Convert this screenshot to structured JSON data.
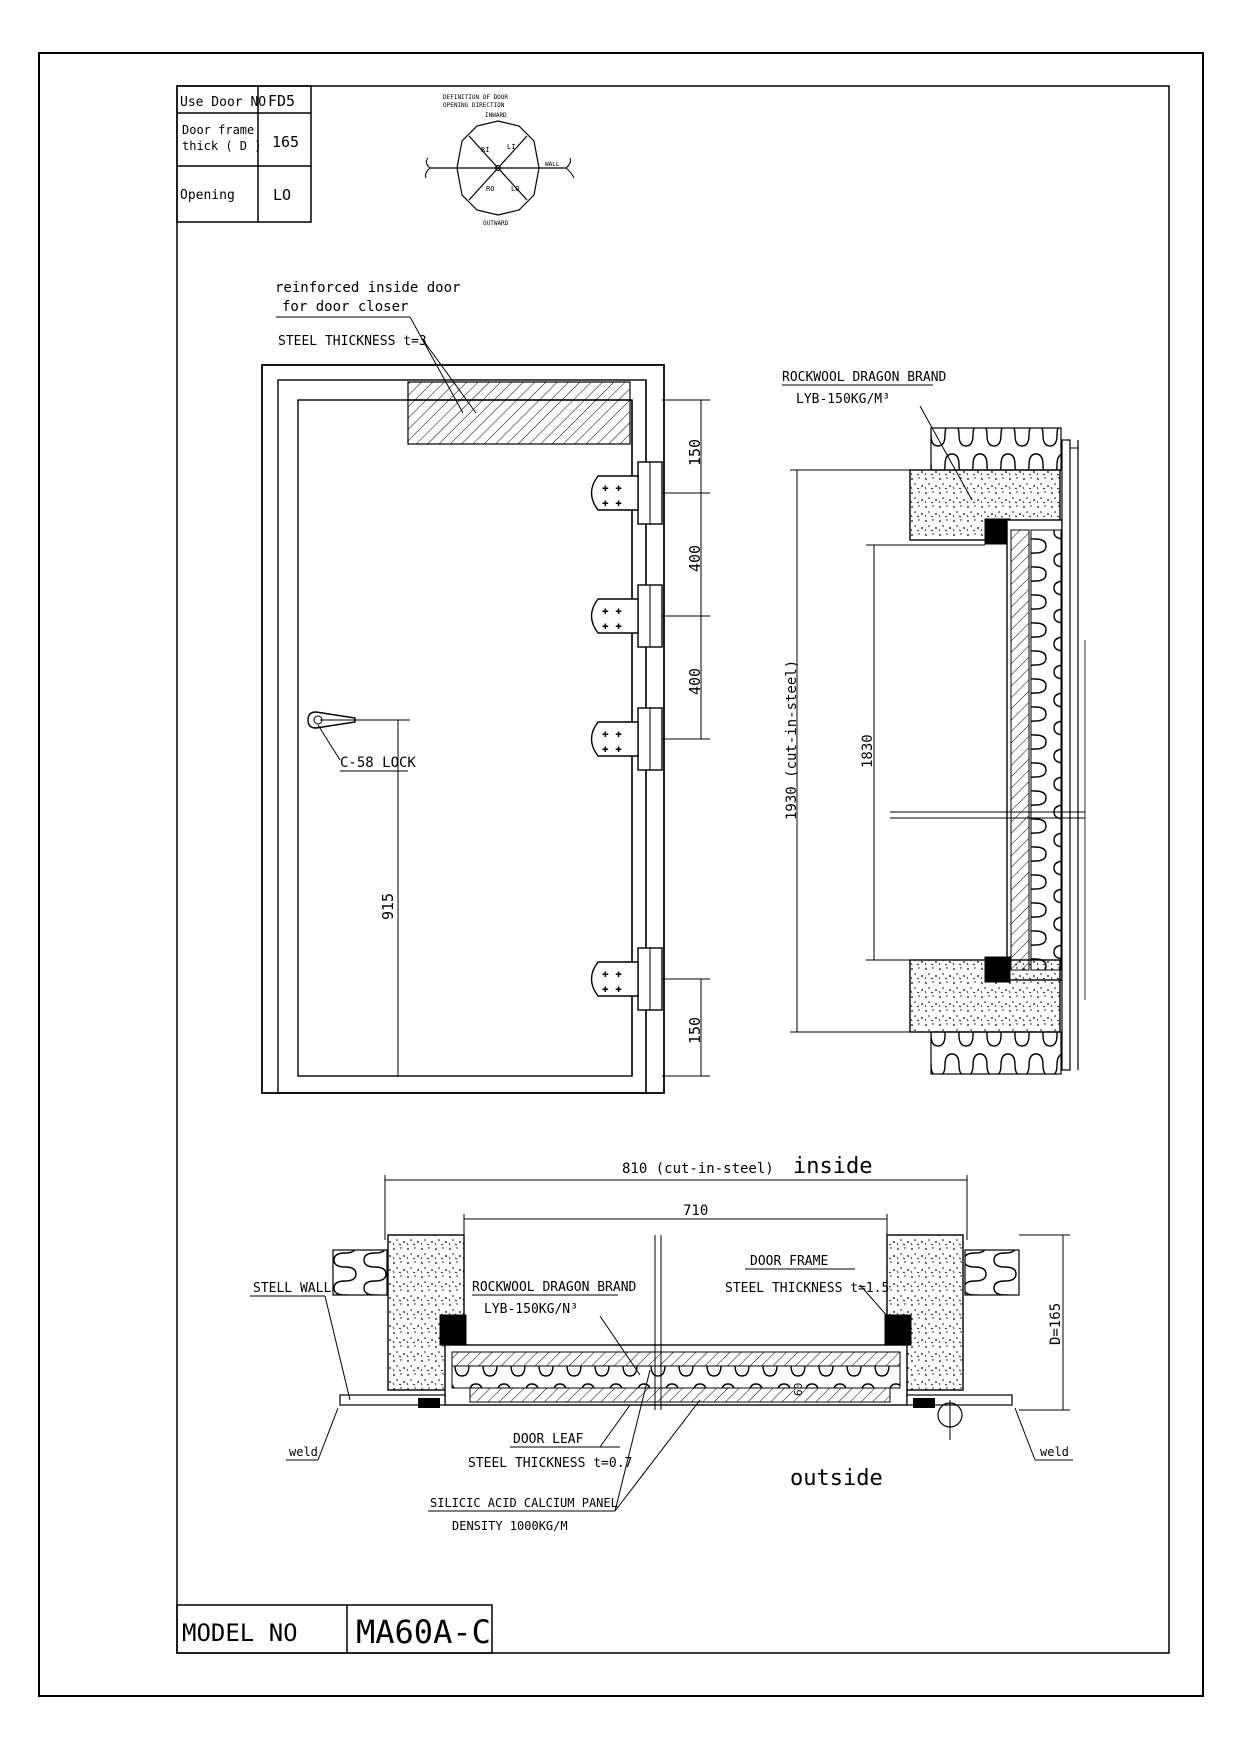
{
  "info_table": {
    "use_door_label": "Use Door NO",
    "use_door_value": "FD5",
    "frame_thick_label_1": "Door frame",
    "frame_thick_label_2": "thick ( D )",
    "frame_thick_value": "165",
    "opening_label": "Opening",
    "opening_value": "LO"
  },
  "direction_diagram": {
    "title_1": "DEFINITION OF DOOR",
    "title_2": "OPENING DIRECTION",
    "inward": "INWARD",
    "outward": "OUTWARD",
    "wall": "WALL",
    "ri": "RI",
    "li": "LI",
    "ro": "RO",
    "lo": "LO"
  },
  "elevation": {
    "reinforced_1": "reinforced inside door",
    "reinforced_2": "for door closer",
    "steel_thickness": "STEEL THICKNESS t=3",
    "lock_label": "C-58 LOCK",
    "dim_150_top": "150",
    "dim_400_a": "400",
    "dim_400_b": "400",
    "dim_150_bottom": "150",
    "dim_915": "915"
  },
  "side_section": {
    "rockwool_1": "ROCKWOOL DRAGON BRAND",
    "rockwool_2": "LYB-150KG/M³",
    "dim_1930": "1930 (cut-in-steel)",
    "dim_1830": "1830"
  },
  "plan_section": {
    "dim_810": "810 (cut-in-steel)",
    "inside": "inside",
    "dim_710": "710",
    "door_frame": "DOOR FRAME",
    "frame_steel": "STEEL THICKNESS t=1.5",
    "rockwool_1": "ROCKWOOL DRAGON BRAND",
    "rockwool_2": "LYB-150KG/N³",
    "stell_wall": "STELL WALL",
    "dim_d": "D=165",
    "dim_60": "60",
    "door_leaf": "DOOR LEAF",
    "leaf_steel": "STEEL THICKNESS t=0.7",
    "weld_left": "weld",
    "weld_right": "weld",
    "outside": "outside",
    "silicic_1": "SILICIC ACID CALCIUM PANEL",
    "silicic_2": "DENSITY 1000KG/M"
  },
  "title_block": {
    "model_label": "MODEL NO",
    "model_value": "MA60A-C"
  }
}
